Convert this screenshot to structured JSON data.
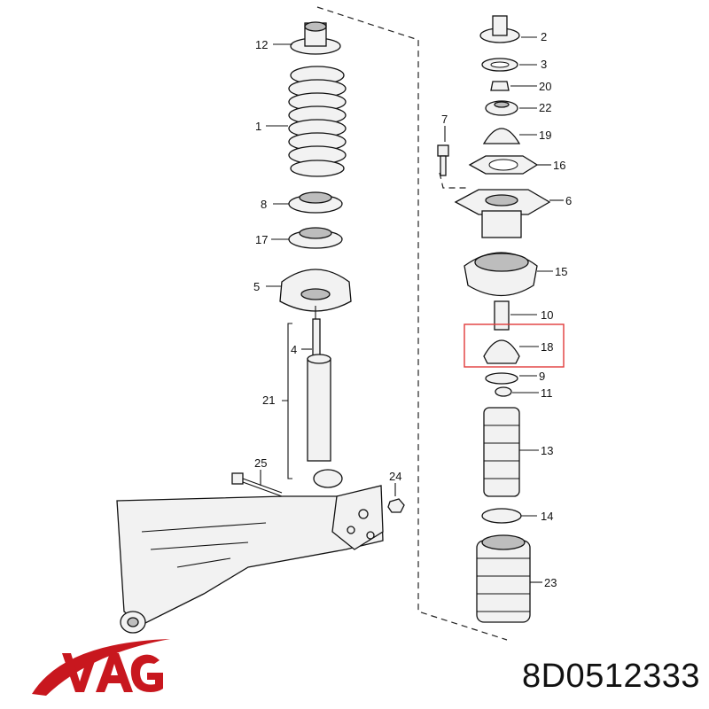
{
  "brand": {
    "name": "VAG",
    "accent_color": "#c8171e"
  },
  "part_number": "8D0512333",
  "highlight_color": "#e23a3a",
  "callouts": {
    "c1": "1",
    "c2": "2",
    "c3": "3",
    "c4": "4",
    "c5": "5",
    "c6": "6",
    "c7": "7",
    "c8": "8",
    "c9": "9",
    "c10": "10",
    "c11": "11",
    "c12": "12",
    "c13": "13",
    "c14": "14",
    "c15": "15",
    "c16": "16",
    "c17": "17",
    "c18": "18",
    "c19": "19",
    "c20": "20",
    "c21": "21",
    "c22": "22",
    "c23": "23",
    "c24": "24",
    "c25": "25"
  }
}
